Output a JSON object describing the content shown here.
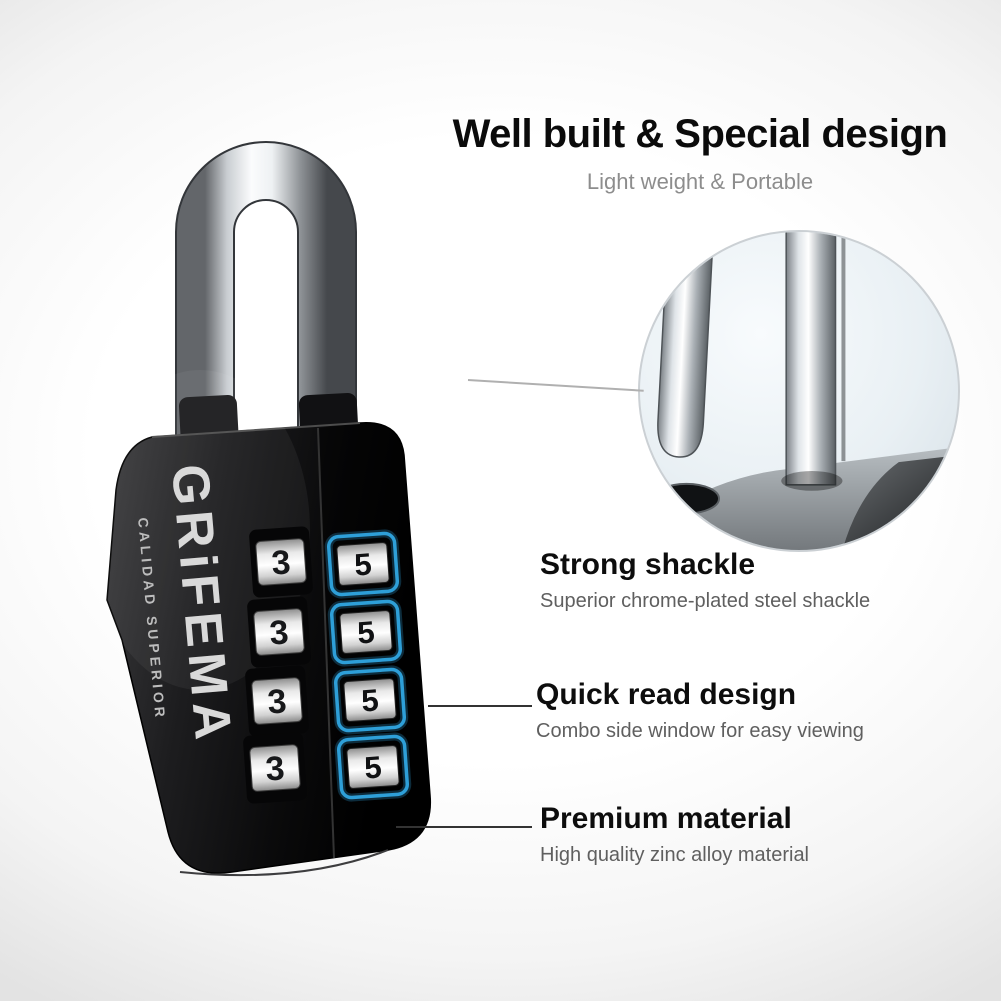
{
  "page": {
    "title": "Well built & Special design",
    "subtitle": "Light weight & Portable"
  },
  "product": {
    "brand": "GRiFEMA",
    "brand_tagline": "CALIDAD SUPERIOR",
    "front_digits": [
      "3",
      "3",
      "3",
      "3"
    ],
    "side_digits": [
      "5",
      "5",
      "5",
      "5"
    ]
  },
  "features": [
    {
      "heading": "Strong shackle",
      "description": "Superior chrome-plated steel shackle"
    },
    {
      "heading": "Quick read design",
      "description": "Combo side window for easy viewing"
    },
    {
      "heading": "Premium material",
      "description": "High quality zinc alloy material"
    }
  ],
  "colors": {
    "accent_blue": "#2E9FD8",
    "lock_body_black": "#0d0d0d",
    "chrome_silver": "#d9dde1",
    "heading_text": "#0b0b0b",
    "secondary_text": "#8d8d8d"
  }
}
